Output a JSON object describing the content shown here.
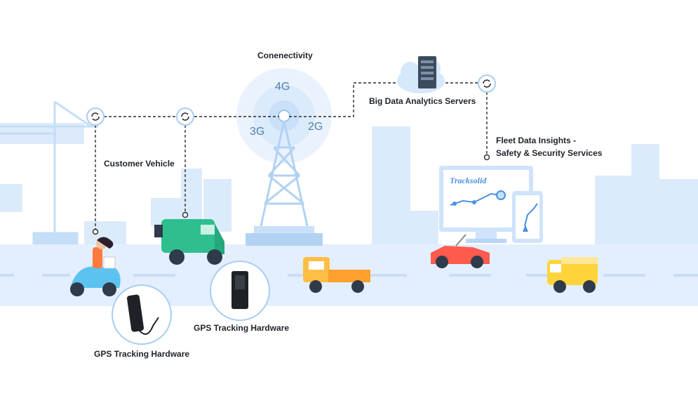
{
  "labels": {
    "connectivity": "Conenectivity",
    "network_4g": "4G",
    "network_3g": "3G",
    "network_2g": "2G",
    "servers": "Big Data Analytics Servers",
    "fleet_line1": "Fleet Data Insights -",
    "fleet_line2": "Safety & Security Services",
    "customer_vehicle": "Customer Vehicle",
    "gps_hardware_1": "GPS Tracking Hardware",
    "gps_hardware_2": "GPS Tracking Hardware",
    "tracksolid_logo": "Tracksolid"
  },
  "colors": {
    "building_light": "#dcebfb",
    "building_mid": "#c4def7",
    "road": "#e3efff",
    "dash_line": "#2b2b2b",
    "accent_blue": "#4a90e2",
    "van_green": "#2fbf8f",
    "truck_orange": "#ff9f2e",
    "car_red": "#ff5a4e",
    "bus_yellow": "#ffd43b",
    "scooter_blue": "#5cc3f0"
  },
  "icons": [
    "sync-icon",
    "cloud-server-icon",
    "tower-icon",
    "monitor-icon",
    "phone-icon",
    "gps-device-icon"
  ]
}
